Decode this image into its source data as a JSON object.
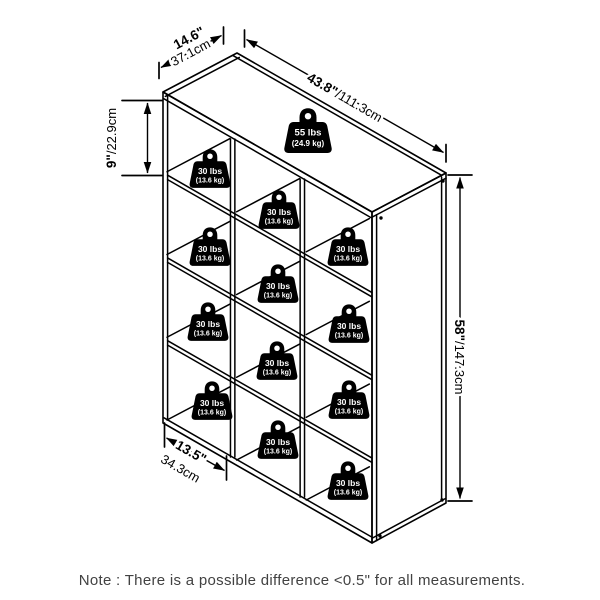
{
  "note": "Note : There is a possible difference <0.5\" for all measurements.",
  "diagram": {
    "grid": {
      "rows": 4,
      "cols": 3,
      "cube_count": 12
    },
    "top_weight": {
      "lbs": "55 lbs",
      "kg": "(24.9 kg)"
    },
    "cube_weight": {
      "lbs": "30 lbs",
      "kg": "(13.6 kg)"
    },
    "dimensions": {
      "depth": {
        "inches": "14.6\"",
        "cm": "37.1cm"
      },
      "width": {
        "inches": "43.8\"",
        "cm": "/111.3cm"
      },
      "opening_height": {
        "inches": "9\"",
        "cm": "/22.9cm"
      },
      "overall_height": {
        "inches": "58\"",
        "cm": "/147.3cm"
      },
      "opening_width": {
        "inches": "13.5\"",
        "cm": "34.3cm"
      }
    },
    "colors": {
      "line": "#000000",
      "weight_fill": "#000000",
      "weight_text": "#ffffff",
      "note_text": "#424242",
      "background": "#ffffff"
    }
  }
}
